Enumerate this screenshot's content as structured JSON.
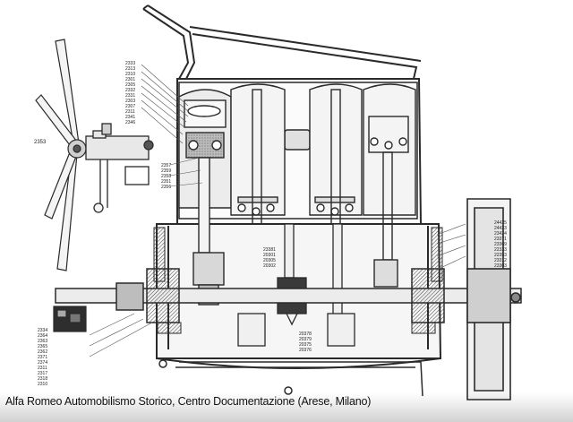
{
  "caption": "Alfa Romeo Automobilismo Storico, Centro Documentazione (Arese, Milano)",
  "labels": {
    "left_top": [
      "2333",
      "2313",
      "2310",
      "2301",
      "2305",
      "2332",
      "2331",
      "2303",
      "2307",
      "2311",
      "2341",
      "2346"
    ],
    "fan": "2353",
    "left_mid": [
      "2357",
      "2359",
      "2358",
      "2351",
      "2356"
    ],
    "center": [
      "23381",
      "20301",
      "20305",
      "20302"
    ],
    "center_bottom": [
      "20378",
      "20379",
      "20375",
      "20376"
    ],
    "right": [
      "24425",
      "24423",
      "23424",
      "23371",
      "23369",
      "22333",
      "22353",
      "23312",
      "23303"
    ],
    "left_bottom": [
      "2334",
      "2364",
      "2363",
      "2365",
      "2362",
      "2371",
      "2374",
      "2311",
      "2317",
      "2318",
      "2310"
    ]
  },
  "colors": {
    "ink": "#2a2a2a",
    "paper": "#ffffff",
    "shade": "#9a9a9a",
    "dark": "#3a3a3a"
  }
}
